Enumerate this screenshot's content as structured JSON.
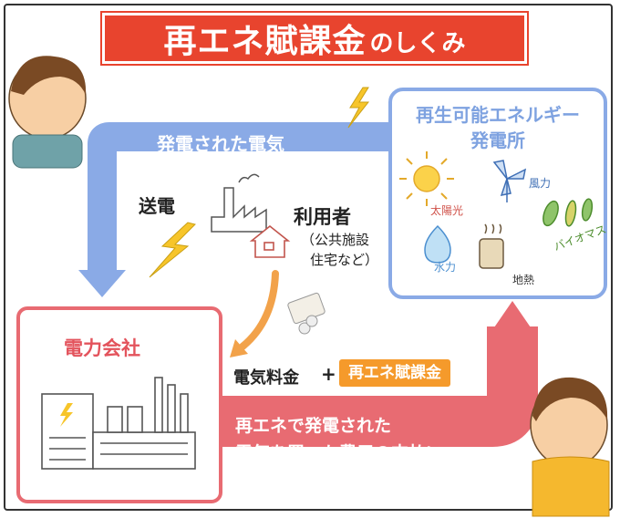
{
  "title": {
    "main": "再エネ賦課金",
    "suffix": "のしくみ"
  },
  "renewable_plant": {
    "line1": "再生可能エネルギー",
    "line2": "発電所"
  },
  "flows": {
    "generated_power": "発電された電気",
    "transmission": "送電",
    "payment_line1": "再エネで発電された",
    "payment_line2": "電気を買った費用の支払い"
  },
  "user": {
    "title": "利用者",
    "sub_line1": "（公共施設",
    "sub_line2": "住宅など）"
  },
  "power_company": {
    "label": "電力会社"
  },
  "charges": {
    "fee": "電気料金",
    "plus": "+",
    "surcharge": "再エネ賦課金"
  },
  "sources": {
    "solar": "太陽光",
    "wind": "風力",
    "bio": "バイオマス",
    "hydro": "水力",
    "geo": "地熱"
  },
  "colors": {
    "blue": "#7ea2e0",
    "red": "#e3535c",
    "orange": "#f59a2b",
    "title_red": "#e8442e"
  }
}
